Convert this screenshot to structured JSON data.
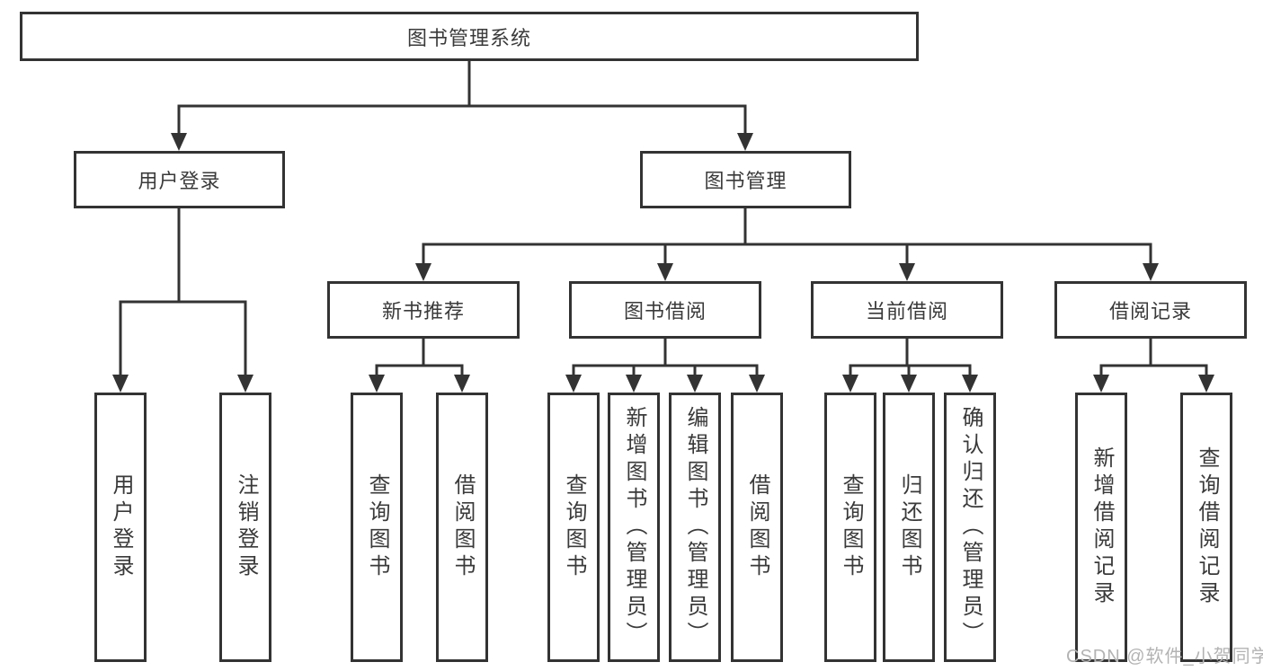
{
  "colors": {
    "line": "#333333",
    "border": "#333333",
    "text": "#3a3a3a",
    "background": "#ffffff",
    "watermark": "#b3b3b3"
  },
  "tree": {
    "root": "图书管理系统",
    "user_login": {
      "label": "用户登录",
      "children": [
        "用户登录",
        "注销登录"
      ]
    },
    "book_mgmt": {
      "label": "图书管理",
      "sections": [
        {
          "label": "新书推荐",
          "children": [
            "查询图书",
            "借阅图书"
          ]
        },
        {
          "label": "图书借阅",
          "children": [
            "查询图书",
            "新增图书（管理员）",
            "编辑图书（管理员）",
            "借阅图书"
          ]
        },
        {
          "label": "当前借阅",
          "children": [
            "查询图书",
            "归还图书",
            "确认归还（管理员）"
          ]
        },
        {
          "label": "借阅记录",
          "children": [
            "新增借阅记录",
            "查询借阅记录"
          ]
        }
      ]
    }
  },
  "watermark": "CSDN @软件_小贺同学"
}
